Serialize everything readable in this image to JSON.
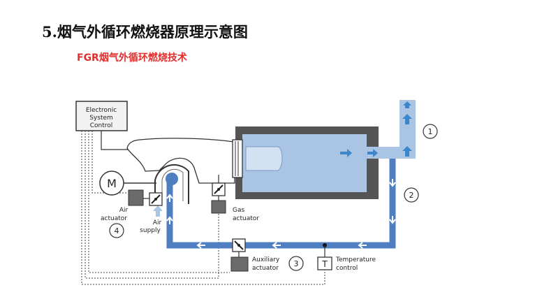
{
  "title": "5.烟气外循环燃烧器原理示意图",
  "subtitle": "FGR烟气外循环燃烧技术",
  "diagram": {
    "control_box": {
      "lines": [
        "Electronic",
        "System",
        "Control"
      ]
    },
    "motor_symbol": "M",
    "air_actuator": {
      "line1": "Air",
      "line2": "actuator",
      "number": "4"
    },
    "air_supply": {
      "line1": "Air",
      "line2": "supply"
    },
    "gas_actuator": {
      "line1": "Gas",
      "line2": "actuator"
    },
    "auxiliary_actuator": {
      "line1": "Auxiliary",
      "line2": "actuator",
      "number": "3"
    },
    "temperature_control": {
      "symbol": "T",
      "line1": "Temperature",
      "line2": "control"
    },
    "markers": {
      "exhaust": "1",
      "recirculation": "2"
    },
    "colors": {
      "flue_gas_light": "#a9c5e3",
      "recirculation_pipe": "#4f7fc0",
      "flow_arrow": "#3e86cb",
      "chamber_wall": "#555555",
      "actuator_fill": "#6b6b6b",
      "title_red": "#e0302e"
    }
  }
}
